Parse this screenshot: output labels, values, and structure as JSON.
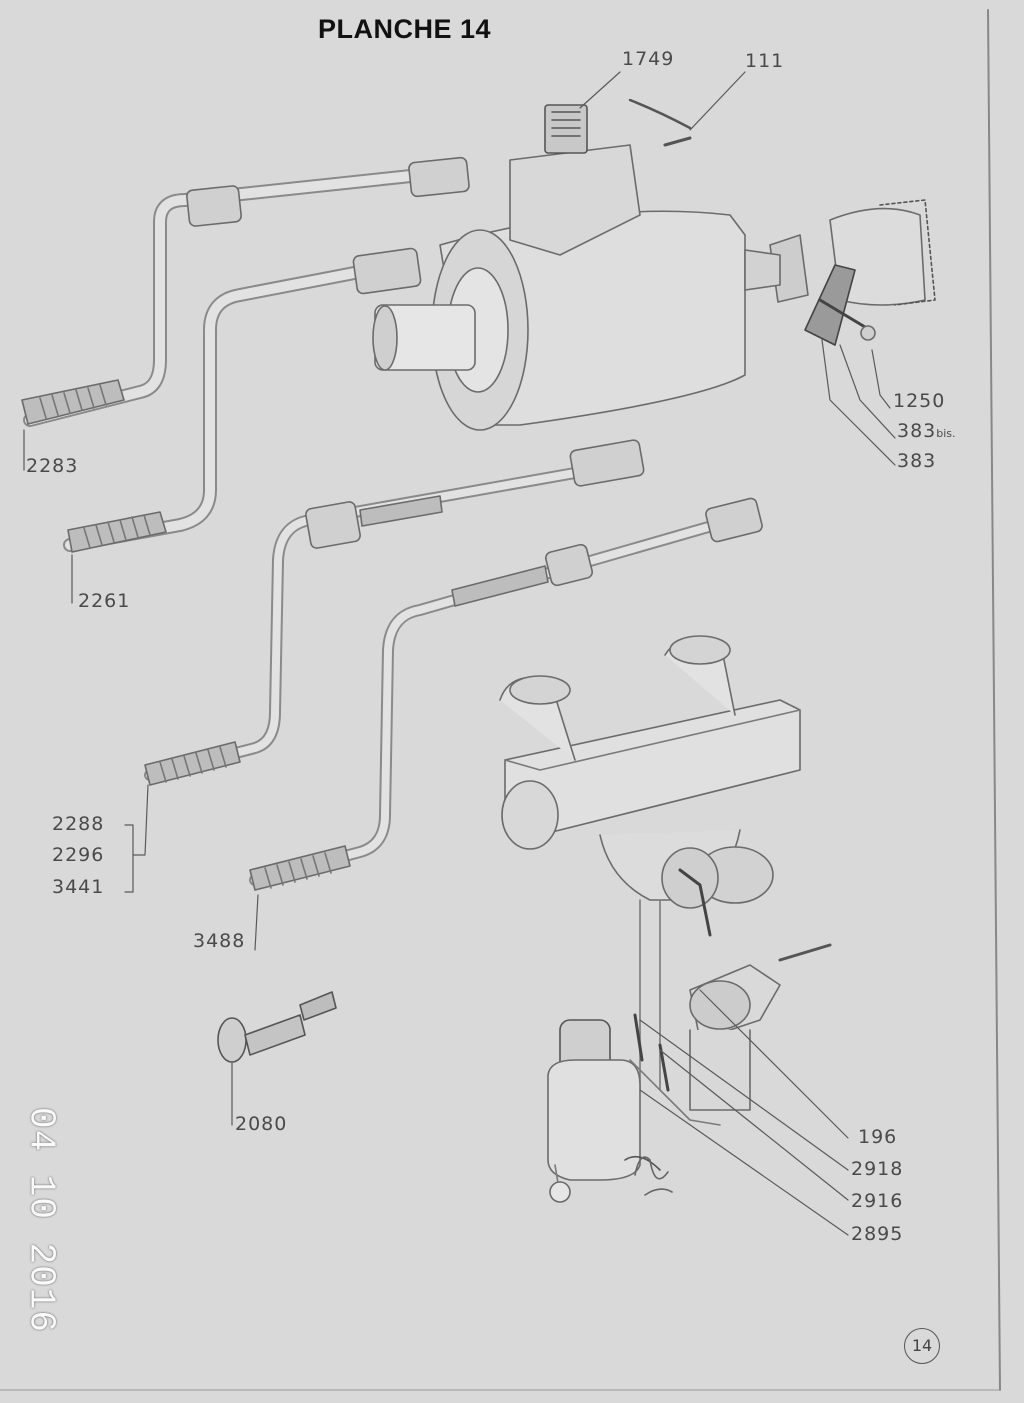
{
  "header": {
    "title": "PLANCHE 14"
  },
  "labels": {
    "p1749": "1749",
    "p111": "111",
    "p1250": "1250",
    "p383bis_main": "383",
    "p383bis_sub": "bis.",
    "p383": "383",
    "p2283": "2283",
    "p2261": "2261",
    "p2288": "2288",
    "p2296": "2296",
    "p3441": "3441",
    "p3488": "3488",
    "p2080": "2080",
    "p196": "196",
    "p2918": "2918",
    "p2916": "2916",
    "p2895": "2895"
  },
  "page_number": "14",
  "date_stamp": "04 10 2016"
}
